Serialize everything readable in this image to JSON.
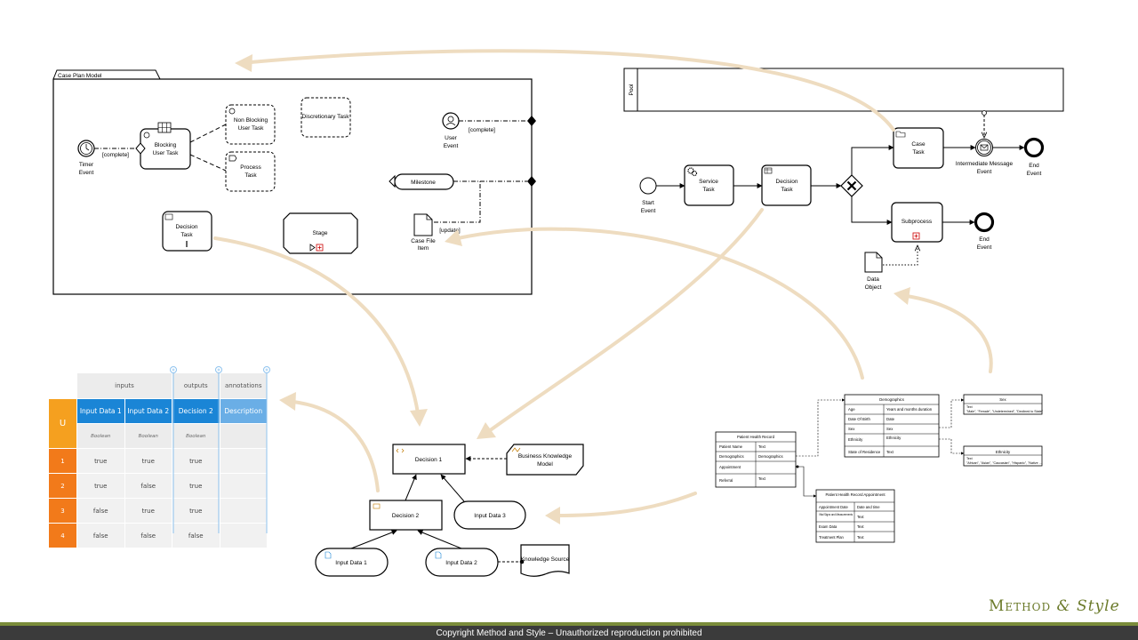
{
  "cmmn": {
    "plan_model": "Case Plan Model",
    "timer_event": [
      "Timer",
      "Event"
    ],
    "complete_label_1": "[complete]",
    "blocking_task": [
      "Blocking",
      "User Task"
    ],
    "non_blocking_task": [
      "Non Blocking",
      "User Task"
    ],
    "process_task": [
      "Process",
      "Task"
    ],
    "discretionary_task": "Discretionary Task",
    "user_event": [
      "User",
      "Event"
    ],
    "complete_label_2": "[complete]",
    "milestone": "Milestone",
    "update_label": "[update]",
    "case_file_item": [
      "Case File",
      "Item"
    ],
    "decision_task": [
      "Decision",
      "Task"
    ],
    "stage": "Stage"
  },
  "bpmn": {
    "pool": "Pool",
    "start_event": [
      "Start",
      "Event"
    ],
    "service_task": [
      "Service",
      "Task"
    ],
    "decision_task": [
      "Decision",
      "Task"
    ],
    "case_task": [
      "Case",
      "Task"
    ],
    "intermediate_event": [
      "Intermediate Message",
      "Event"
    ],
    "end_event_1": [
      "End",
      "Event"
    ],
    "subprocess": "Subprocess",
    "end_event_2": [
      "End",
      "Event"
    ],
    "data_object": [
      "Data",
      "Object"
    ]
  },
  "dmn_table": {
    "hit_policy": "U",
    "group_inputs": "inputs",
    "group_outputs": "outputs",
    "group_annotations": "annotations",
    "columns": [
      "Input Data 1",
      "Input Data 2",
      "Decision 2",
      "Description"
    ],
    "types": [
      "Boolean",
      "Boolean",
      "Boolean",
      ""
    ],
    "rows": [
      {
        "num": "1",
        "cells": [
          "true",
          "true",
          "true",
          ""
        ]
      },
      {
        "num": "2",
        "cells": [
          "true",
          "false",
          "true",
          ""
        ]
      },
      {
        "num": "3",
        "cells": [
          "false",
          "true",
          "true",
          ""
        ]
      },
      {
        "num": "4",
        "cells": [
          "false",
          "false",
          "false",
          ""
        ]
      }
    ]
  },
  "drd": {
    "decision_1": "Decision 1",
    "bkm": [
      "Business Knowledge",
      "Model"
    ],
    "decision_2": "Decision 2",
    "input_data_3": "Input Data 3",
    "input_data_1": "Input Data 1",
    "input_data_2": "Input Data 2",
    "knowledge_source": "Knowledge Source"
  },
  "data_model": {
    "phr": {
      "title": "Patient Health Record",
      "rows": [
        [
          "Patient Name",
          "Text"
        ],
        [
          "Demographics",
          "Demographics"
        ],
        [
          "Appointment",
          ""
        ],
        [
          "Referral",
          "Text"
        ]
      ]
    },
    "demographics": {
      "title": "Demographics",
      "rows": [
        [
          "Age",
          "Years and months duration"
        ],
        [
          "Date Of Birth",
          "Date"
        ],
        [
          "Sex",
          "Sex"
        ],
        [
          "Ethnicity",
          "Ethnicity"
        ],
        [
          "State of Residence",
          "Text"
        ]
      ]
    },
    "sex": {
      "title": "Sex",
      "type": "Text",
      "values": "\"Male\", \"Female\", \"Undetermined\", \"Declined to State\""
    },
    "ethnicity": {
      "title": "Ethnicity",
      "type": "Text",
      "values": "\"African\", \"Asian\", \"Caucasian\", \"Hispanic\", \"Native ..."
    },
    "appointment": {
      "title": "Patient Health Record Appointment",
      "rows": [
        [
          "Appointment Date",
          "Date and time"
        ],
        [
          "Vital Signs and Measurements",
          "Text"
        ],
        [
          "Exam Data",
          "Text"
        ],
        [
          "Treatment Plan",
          "Text"
        ]
      ]
    }
  },
  "brand": {
    "method": "Method",
    "amp": "& Style"
  },
  "footer": "Copyright Method and Style – Unauthorized reproduction prohibited"
}
